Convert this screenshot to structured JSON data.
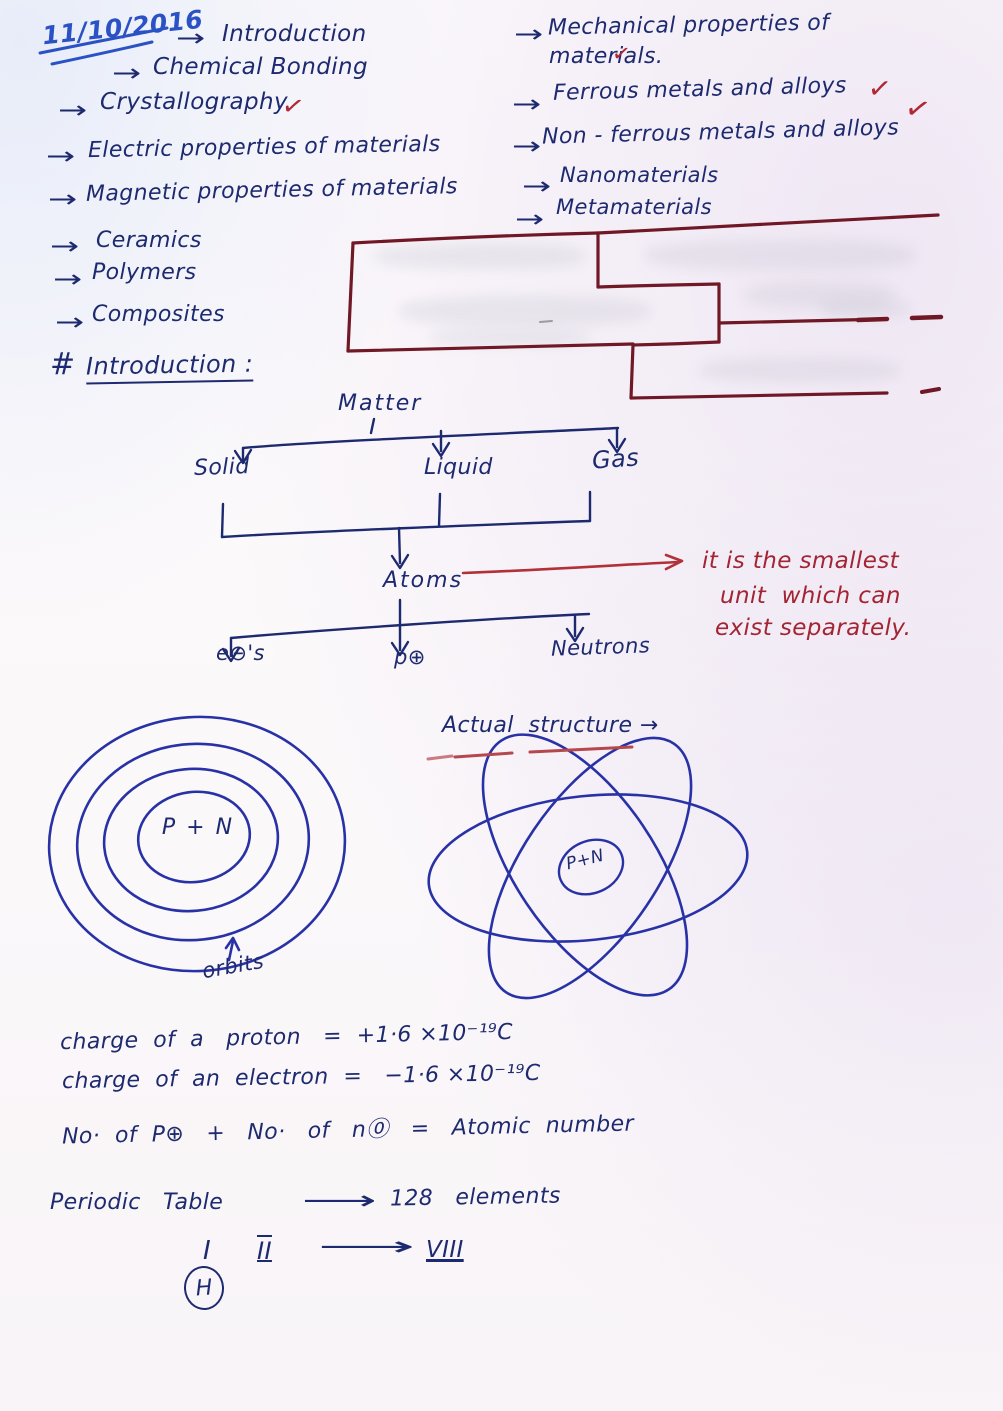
{
  "icons": {
    "arrow": "→",
    "long_arrow": "⟶",
    "check": "✓",
    "hash": "#",
    "up_arrow": "↑"
  },
  "header": {
    "date": "11/10/2016"
  },
  "topics_left": [
    "Introduction",
    "Chemical Bonding",
    "Crystallography",
    "Electric properties of materials",
    "Magnetic properties of materials",
    "Ceramics",
    "Polymers",
    "Composites"
  ],
  "topics_right": {
    "mechanical_line1": "Mechanical properties of",
    "mechanical_line2": "materials.",
    "ferrous": "Ferrous metals and alloys",
    "nonferrous": "Non - ferrous metals and alloys",
    "nano": "Nanomaterials",
    "meta": "Metamaterials"
  },
  "section_heading": "Introduction :",
  "tree": {
    "root": "Matter",
    "children": [
      "Solid",
      "Liquid",
      "Gas"
    ],
    "node": "Atoms",
    "particles": [
      "e⊖'s",
      "p⊕",
      "Neutrons"
    ],
    "annotation": [
      "it is the smallest",
      "unit  which can",
      "exist separately."
    ]
  },
  "models": {
    "orbit_nucleus": "P + N",
    "orbit_label": "orbits",
    "actual_heading": "Actual  structure →",
    "actual_nucleus": "P+N"
  },
  "equations": {
    "proton": "charge  of  a   proton   =  +1·6 ×10⁻¹⁹C",
    "electron": "charge  of  an  electron  =   −1·6 ×10⁻¹⁹C",
    "atomic_number": "No·  of  P⊕   +   No·   of   n⓪   =   Atomic  number",
    "periodic_left": "Periodic   Table",
    "periodic_right": "128   elements",
    "group_first": "I",
    "group_second": "II",
    "group_last": "VIII",
    "first_element": "H"
  },
  "colors": {
    "ink_navy": "#1d2a6f",
    "ink_blue": "#2a52c4",
    "drawing_blue": "#2832a6",
    "ink_red": "#a32433",
    "redaction_maroon": "#701826"
  }
}
